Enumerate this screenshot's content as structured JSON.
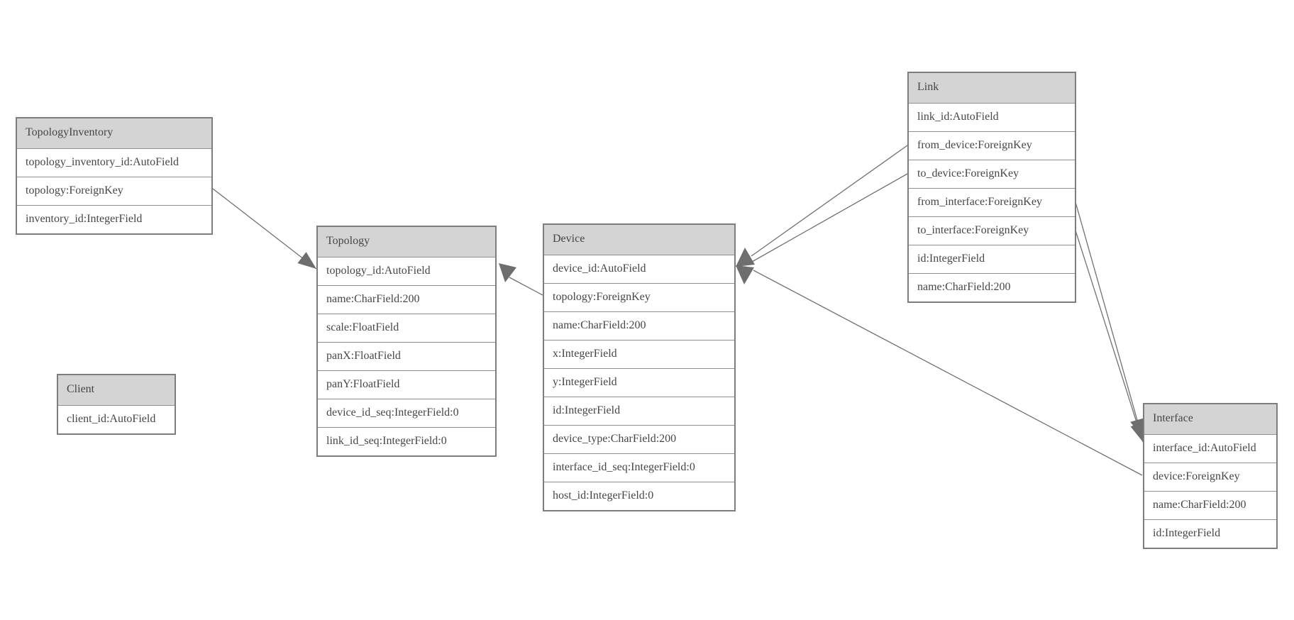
{
  "diagram": {
    "entities": [
      {
        "name": "TopologyInventory",
        "fields": [
          "topology_inventory_id:AutoField",
          "topology:ForeignKey",
          "inventory_id:IntegerField"
        ]
      },
      {
        "name": "Topology",
        "fields": [
          "topology_id:AutoField",
          "name:CharField:200",
          "scale:FloatField",
          "panX:FloatField",
          "panY:FloatField",
          "device_id_seq:IntegerField:0",
          "link_id_seq:IntegerField:0"
        ]
      },
      {
        "name": "Client",
        "fields": [
          "client_id:AutoField"
        ]
      },
      {
        "name": "Device",
        "fields": [
          "device_id:AutoField",
          "topology:ForeignKey",
          "name:CharField:200",
          "x:IntegerField",
          "y:IntegerField",
          "id:IntegerField",
          "device_type:CharField:200",
          "interface_id_seq:IntegerField:0",
          "host_id:IntegerField:0"
        ]
      },
      {
        "name": "Link",
        "fields": [
          "link_id:AutoField",
          "from_device:ForeignKey",
          "to_device:ForeignKey",
          "from_interface:ForeignKey",
          "to_interface:ForeignKey",
          "id:IntegerField",
          "name:CharField:200"
        ]
      },
      {
        "name": "Interface",
        "fields": [
          "interface_id:AutoField",
          "device:ForeignKey",
          "name:CharField:200",
          "id:IntegerField"
        ]
      }
    ],
    "relationships": [
      {
        "from": "TopologyInventory.topology",
        "to": "Topology.topology_id"
      },
      {
        "from": "Device.topology",
        "to": "Topology.topology_id"
      },
      {
        "from": "Link.from_device",
        "to": "Device.device_id"
      },
      {
        "from": "Link.to_device",
        "to": "Device.device_id"
      },
      {
        "from": "Link.from_interface",
        "to": "Interface.interface_id"
      },
      {
        "from": "Link.to_interface",
        "to": "Interface.interface_id"
      },
      {
        "from": "Interface.device",
        "to": "Device.device_id"
      }
    ],
    "colors": {
      "header_fill": "#d4d4d4",
      "border": "#7d7d7d",
      "row_separator": "#8f8f8f",
      "text": "#464646",
      "connector": "#707070",
      "arrowhead": "#6e6e6e",
      "background": "#ffffff"
    }
  }
}
